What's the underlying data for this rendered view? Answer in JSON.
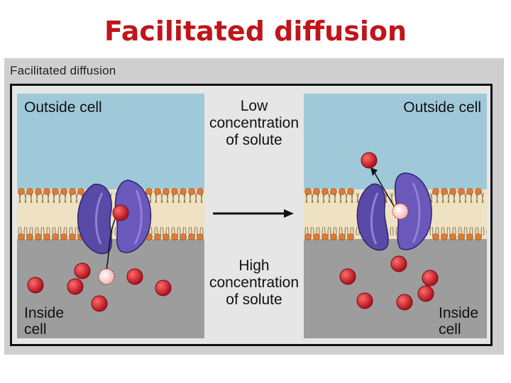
{
  "slide": {
    "title": "Facilitated diffusion"
  },
  "figure": {
    "caption": "Facilitated diffusion",
    "left_panel": {
      "outside_label": "Outside cell",
      "inside_label_line1": "Inside",
      "inside_label_line2": "cell"
    },
    "right_panel": {
      "outside_label": "Outside cell",
      "inside_label_line1": "Inside",
      "inside_label_line2": "cell"
    },
    "middle": {
      "top_label": [
        "Low",
        "concentration",
        "of solute"
      ],
      "bottom_label": [
        "High",
        "concentration",
        "of solute"
      ]
    },
    "colors": {
      "outside": "#9fc9d9",
      "inside": "#9d9d9d",
      "membrane_head": "#e07a33",
      "membrane_tail": "#efe2c2",
      "protein": "#5a4aa8",
      "solute": "#d8202c",
      "title": "#c0151b"
    }
  }
}
